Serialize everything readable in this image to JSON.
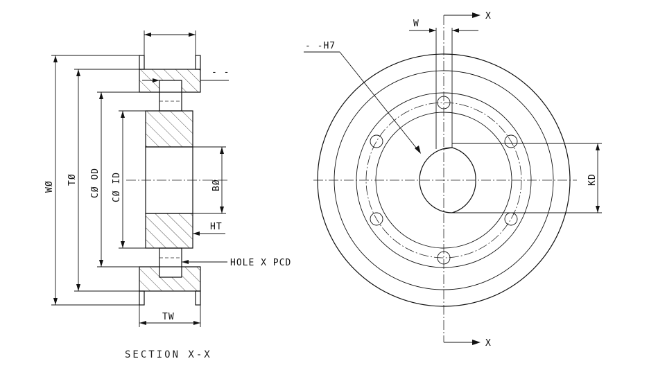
{
  "section_view": {
    "caption": "SECTION  X-X",
    "labels": {
      "wo": "WØ",
      "to": "TØ",
      "cod": "CØ OD",
      "cid": "CØ ID",
      "bo": "BØ",
      "ht": "HT",
      "tw": "TW",
      "hole_pcd": "HOLE X PCD",
      "dashes": "- -"
    }
  },
  "front_view": {
    "labels": {
      "w": "W",
      "x_top": "X",
      "x_bottom": "X",
      "h7": "- -H7",
      "kd": "KD"
    }
  }
}
